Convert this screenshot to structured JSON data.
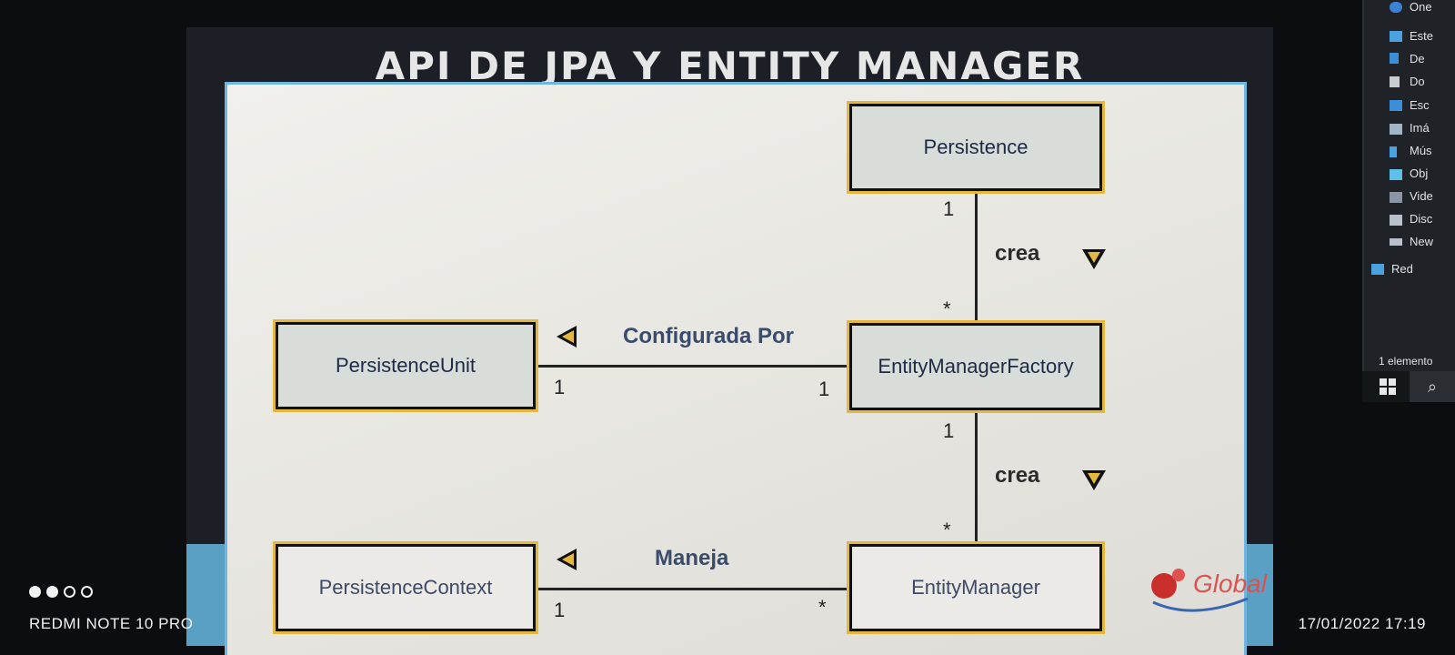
{
  "slide": {
    "title": "API DE JPA Y ENTITY MANAGER",
    "boxes": {
      "persistence": "Persistence",
      "emf": "EntityManagerFactory",
      "unit": "PersistenceUnit",
      "context": "PersistenceContext",
      "em": "EntityManager"
    },
    "associations": {
      "crea_top": "crea",
      "crea_bottom": "crea",
      "configurada": "Configurada Por",
      "maneja": "Maneja"
    },
    "multiplicities": {
      "pers_emf_top": "1",
      "pers_emf_bottom": "*",
      "unit_left": "1",
      "unit_right": "1",
      "emf_em_top": "1",
      "emf_em_bottom": "*",
      "ctx_left": "1",
      "ctx_right": "*"
    },
    "logo_text": "Global"
  },
  "explorer": {
    "items": [
      "One",
      "Este",
      "De",
      "Do",
      "Esc",
      "Imá",
      "Mús",
      "Obj",
      "Vide",
      "Disc",
      "New",
      "Red"
    ],
    "status": "1 elemento"
  },
  "camera": {
    "device": "REDMI NOTE 10 PRO",
    "timestamp": "17/01/2022 17:19"
  },
  "colors": {
    "accent": "#e4b73f",
    "band": "#5aa0c4",
    "border": "#6fb6e0"
  }
}
